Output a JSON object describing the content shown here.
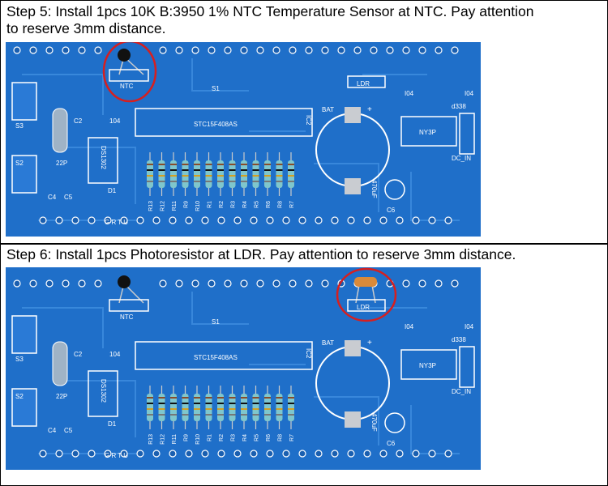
{
  "step5": {
    "caption": "Step 5: Install 1pcs 10K B:3950 1% NTC Temperature Sensor at NTC. Pay attention\nto reserve 3mm distance.",
    "highlight": "NTC"
  },
  "step6": {
    "caption": "Step 6: Install 1pcs Photoresistor at LDR. Pay attention to reserve 3mm distance.",
    "highlight": "LDR"
  },
  "pcb": {
    "labels": {
      "ntc": "NTC",
      "s1": "S1",
      "ldr": "LDR",
      "bat": "BAT",
      "plus": "+",
      "i04a": "I04",
      "i04b": "I04",
      "d338": "d338",
      "ny3p": "NY3P",
      "dc_in": "DC_IN",
      "chip": "STC15F408AS",
      "ic2": "IC2",
      "c2": "C2",
      "c2v": "104",
      "ds1302": "DS1302",
      "s3": "S3",
      "s2": "S2",
      "c22p": "22P",
      "c4": "C4",
      "c5": "C5",
      "d1": "D1",
      "c6": "C6",
      "cap470": "470uF",
      "gnd": "G R T U"
    },
    "resistors": [
      "R13",
      "R12",
      "R11",
      "R9",
      "R10",
      "R1",
      "R2",
      "R3",
      "R4",
      "R5",
      "R6",
      "R8",
      "R7"
    ],
    "colors": {
      "board": "#1f6fc9",
      "trace": "#3f8ee0",
      "silk": "#ffffff",
      "highlight": "#d61f1f",
      "resistor": "#7fc6cc"
    }
  }
}
